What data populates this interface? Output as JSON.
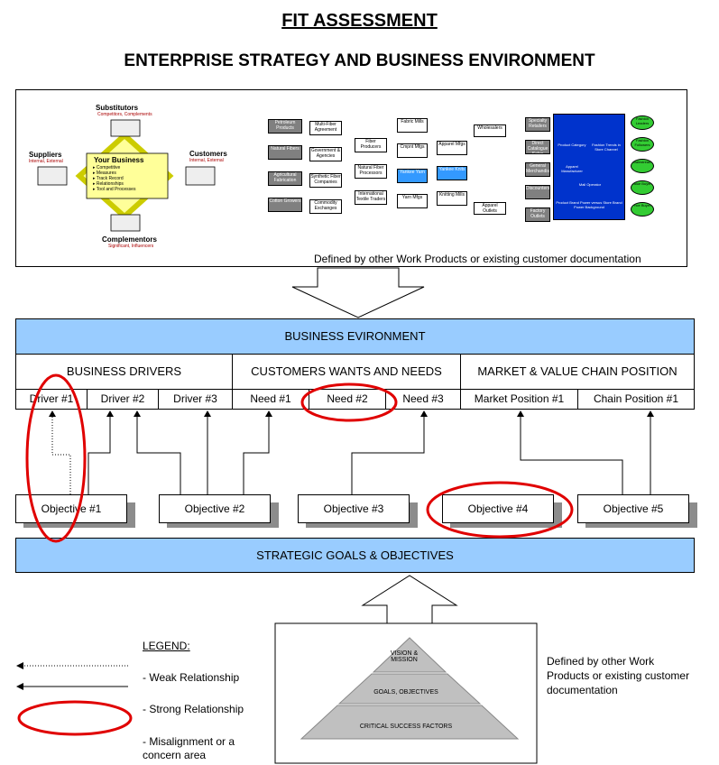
{
  "header": {
    "title": "FIT ASSESSMENT",
    "subtitle": "ENTERPRISE STRATEGY AND BUSINESS ENVIRONMENT"
  },
  "environment_panel": {
    "note": "Defined by other Work Products or existing customer documentation",
    "porter": {
      "center_title": "Your Business",
      "center_items": [
        "Competitive",
        "Measures",
        "Track Record",
        "Relationships",
        "Tool and Processes"
      ],
      "substitutors": "Substitutors",
      "substitutors_sub": "Competitors, Complements",
      "suppliers": "Suppliers",
      "suppliers_sub": "Internal, External",
      "customers": "Customers",
      "customers_sub": "Internal, External",
      "complementors": "Complementors",
      "complementors_sub": "Significant, Influencers"
    },
    "chain": {
      "col1": [
        "Petroleum Products",
        "Natural Fibers",
        "Agricultural Fabrication",
        "Cotton Growers"
      ],
      "col2": [
        "Multi-Fiber Agreement",
        "Government & Agencies",
        "Synthetic Fiber Companies",
        "Commodity Exchanges"
      ],
      "col3": [
        "Fiber Producers",
        "Natural Fiber Processors",
        "International Textile Traders"
      ],
      "col4": [
        "Fabric Mills",
        "Cmpnt Mfgs",
        "Yankee Yarn",
        "Yarn Mfgs"
      ],
      "col5": [
        "Apparel Mfgs",
        "Yankee Knits",
        "Knitting Mills"
      ],
      "col6": [
        "Wholesalers",
        "Apparel Outlets"
      ],
      "col7": [
        "Specialty Retailers",
        "Direct Catalogue Sales",
        "General Merchandisers",
        "Discounters",
        "Factory Outlets"
      ],
      "blue_labels": [
        "Product Category",
        "Fashion Trends in Store Channel",
        "Apparel Manufacturer",
        "Mall Operator",
        "Product Brand Power versus Store Brand Power Background"
      ],
      "ovals": [
        "Fashion Leaders",
        "Fashion Followers",
        "Mainstream",
        "Value Buyers",
        "Price Buyers"
      ]
    }
  },
  "business_environment": {
    "title": "BUSINESS EVIRONMENT",
    "groups": [
      "BUSINESS DRIVERS",
      "CUSTOMERS WANTS AND NEEDS",
      "MARKET & VALUE CHAIN POSITION"
    ],
    "cells": [
      "Driver #1",
      "Driver #2",
      "Driver #3",
      "Need #1",
      "Need #2",
      "Need #3",
      "Market Position #1",
      "Chain Position #1"
    ]
  },
  "objectives": [
    "Objective #1",
    "Objective #2",
    "Objective #3",
    "Objective #4",
    "Objective #5"
  ],
  "goals_bar": "STRATEGIC GOALS & OBJECTIVES",
  "pyramid": {
    "levels": [
      "VISION & MISSION",
      "GOALS, OBJECTIVES",
      "CRITICAL SUCCESS FACTORS"
    ],
    "note": "Defined by other Work Products or existing customer documentation"
  },
  "legend": {
    "title": "LEGEND:",
    "weak": "- Weak Relationship",
    "strong": "- Strong Relationship",
    "misalignment": "- Misalignment or a concern area"
  },
  "colors": {
    "bar_blue": "#99ccff",
    "highlight_red": "#e00000",
    "chain_blue": "#0033cc",
    "oval_green": "#33cc33"
  }
}
